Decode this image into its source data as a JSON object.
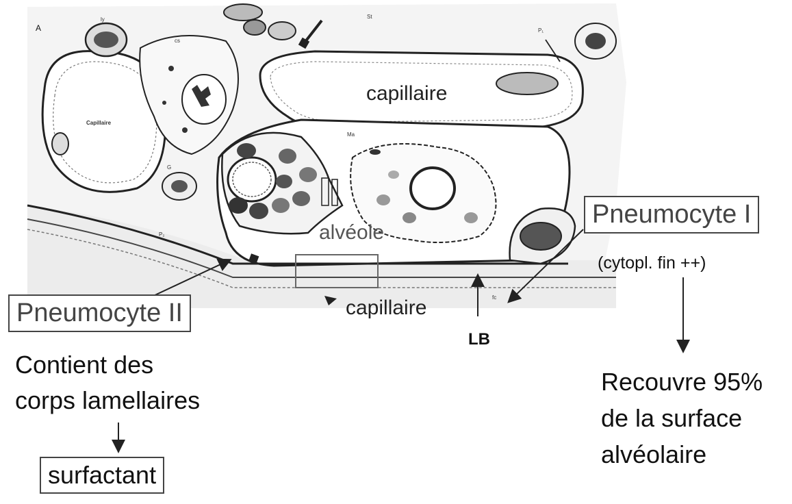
{
  "figure": {
    "panel_letter": "A",
    "micro_labels": {
      "ly": "ly",
      "cs": "cs",
      "st": "St",
      "p1_top": "P₁",
      "capillaire_small": "Capillaire",
      "ma": "Ma",
      "p2": "P₂",
      "g": "G",
      "fc": "fc"
    }
  },
  "labels": {
    "capillaire_top": "capillaire",
    "alveole": "alvéole",
    "capillaire_bottom": "capillaire",
    "lb": "LB",
    "pneumocyte_1": "Pneumocyte I",
    "pneumocyte_1_note": "(cytopl. fin ++)",
    "pneumocyte_2": "Pneumocyte II",
    "p2_desc_line1": "Contient des",
    "p2_desc_line2": "corps lamellaires",
    "surfactant": "surfactant",
    "p1_desc_line1": "Recouvre 95%",
    "p1_desc_line2": "de la surface",
    "p1_desc_line3": "alvéolaire"
  }
}
